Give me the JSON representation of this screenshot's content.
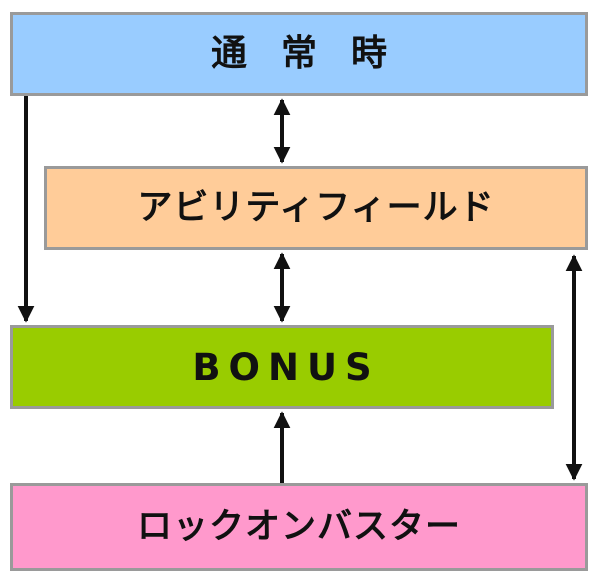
{
  "diagram": {
    "nodes": {
      "normal": {
        "label": "通常時",
        "color": "#99ccff"
      },
      "ability": {
        "label": "アビリティフィールド",
        "color": "#ffcc99"
      },
      "bonus": {
        "label": "BONUS",
        "color": "#99cc00"
      },
      "lockon": {
        "label": "ロックオンバスター",
        "color": "#ff99cc"
      }
    },
    "edges": [
      {
        "from": "normal",
        "to": "ability",
        "direction": "both"
      },
      {
        "from": "ability",
        "to": "bonus",
        "direction": "both"
      },
      {
        "from": "normal",
        "to": "bonus",
        "direction": "forward"
      },
      {
        "from": "lockon",
        "to": "bonus",
        "direction": "forward"
      },
      {
        "from": "ability",
        "to": "lockon",
        "direction": "both"
      }
    ],
    "arrow_color": "#111111",
    "border_color": "#9a9a9a"
  }
}
